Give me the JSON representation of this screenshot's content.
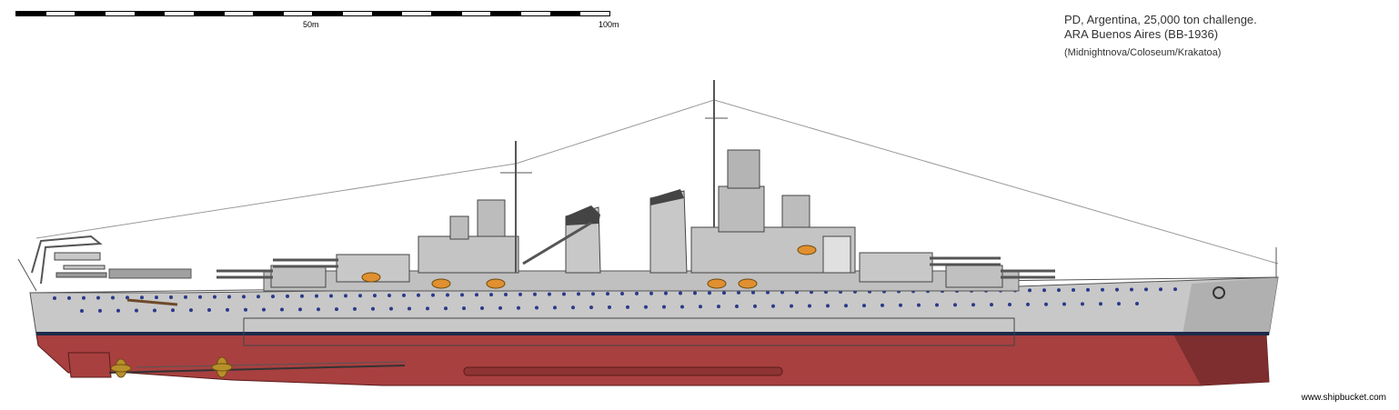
{
  "scale": {
    "labels": [
      "50m",
      "100m"
    ]
  },
  "title": {
    "line1": "PD, Argentina, 25,000 ton challenge.",
    "line2": "ARA Buenos Aires (BB-1936)",
    "credits": "(Midnightnova/Coloseum/Krakatoa)"
  },
  "site": "www.shipbucket.com",
  "colors": {
    "hull_grey": "#c8c8c8",
    "bottom_red": "#a84040",
    "waterline": "#1c2a4a",
    "deck_brown": "#6e4a2a",
    "brass": "#b8902a",
    "porthole": "#2a3a8a",
    "lifeboat_orange": "#e09030"
  }
}
